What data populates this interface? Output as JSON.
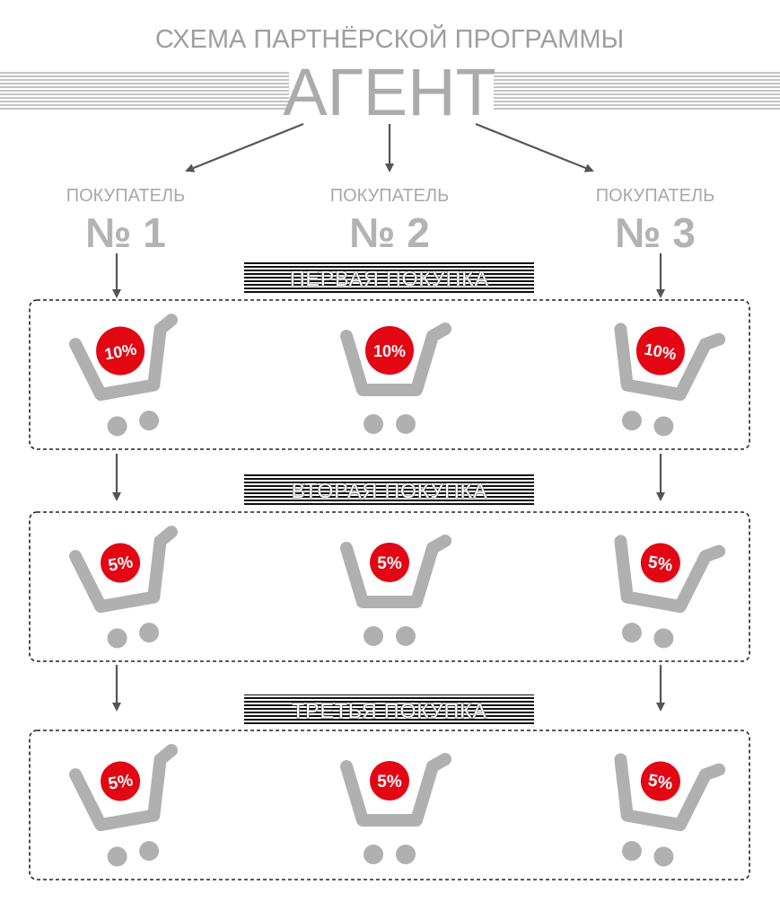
{
  "title": "СХЕМА ПАРТНЁРСКОЙ ПРОГРАММЫ",
  "agent": "АГЕНТ",
  "buyers": [
    {
      "label": "ПОКУПАТЕЛЬ",
      "number": "№ 1"
    },
    {
      "label": "ПОКУПАТЕЛЬ",
      "number": "№ 2"
    },
    {
      "label": "ПОКУПАТЕЛЬ",
      "number": "№ 3"
    }
  ],
  "stages": [
    {
      "label": "ПЕРВАЯ ПОКУПКА",
      "percents": [
        "10%",
        "10%",
        "10%"
      ]
    },
    {
      "label": "ВТОРАЯ ПОКУПКА",
      "percents": [
        "5%",
        "5%",
        "5%"
      ]
    },
    {
      "label": "ТРЕТЬЯ ПОКУПКА",
      "percents": [
        "5%",
        "5%",
        "5%"
      ]
    }
  ],
  "colors": {
    "badge": "#e30613",
    "cart": "#b0b0b0",
    "text_gray": "#a8a8a8",
    "arrow": "#555555"
  },
  "icons": {
    "cart": "shopping-cart-icon",
    "arrow": "arrow-down-icon"
  }
}
